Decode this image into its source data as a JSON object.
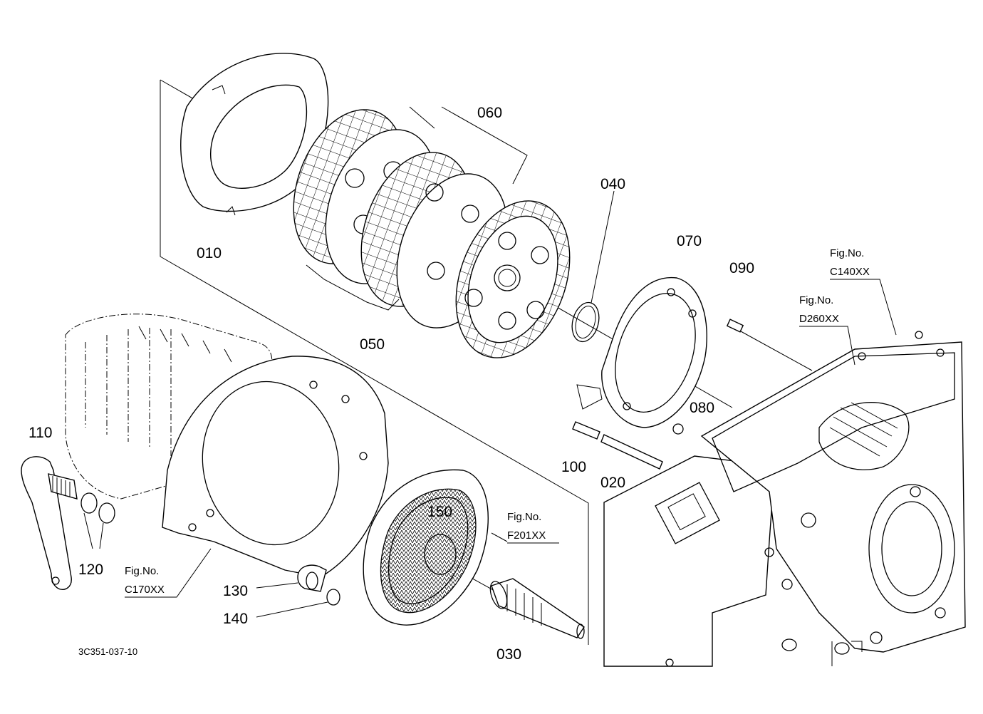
{
  "diagram_code": "3C351-037-10",
  "parts": {
    "p010": "010",
    "p020": "020",
    "p030": "030",
    "p040": "040",
    "p050": "050",
    "p060": "060",
    "p070": "070",
    "p080": "080",
    "p090": "090",
    "p100": "100",
    "p110": "110",
    "p120": "120",
    "p130": "130",
    "p140": "140",
    "p150": "150"
  },
  "figure_refs": {
    "c140": {
      "prefix": "Fig.No.",
      "code": "C140XX"
    },
    "d260": {
      "prefix": "Fig.No.",
      "code": "D260XX"
    },
    "f201": {
      "prefix": "Fig.No.",
      "code": "F201XX"
    },
    "c170": {
      "prefix": "Fig.No.",
      "code": "C170XX"
    }
  }
}
